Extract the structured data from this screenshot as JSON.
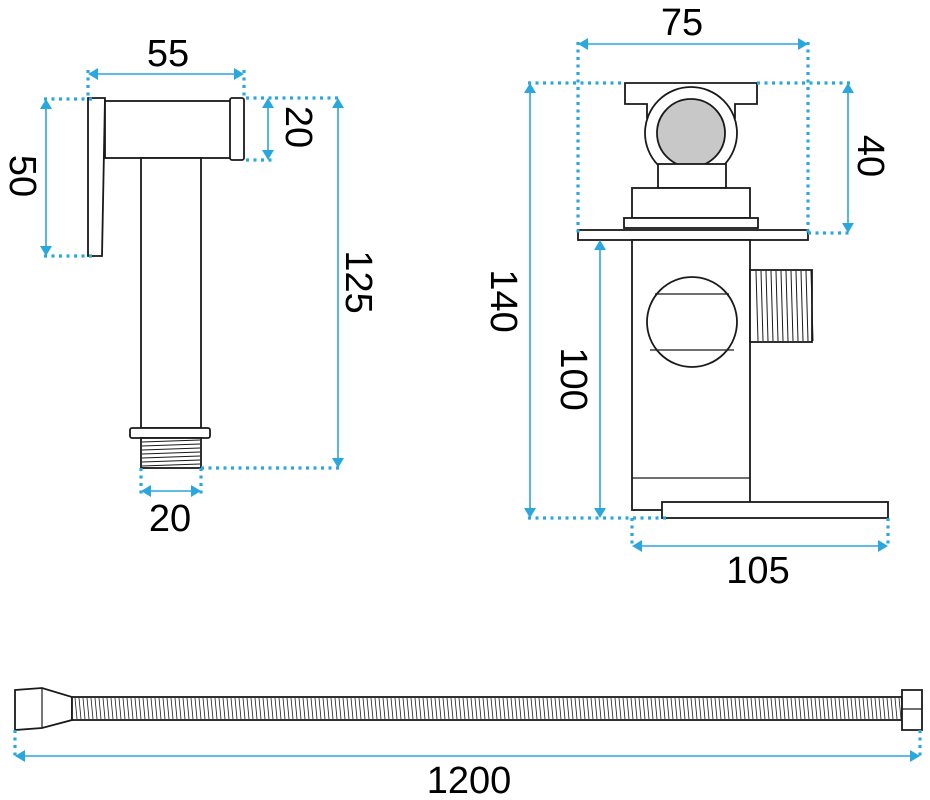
{
  "colors": {
    "dimension": "#2aa7dc",
    "outline": "#1a1a1a",
    "hub": "#c8c8c8"
  },
  "dimensions": {
    "handle_width": "55",
    "handle_height": "50",
    "head_height": "20",
    "spray_length": "125",
    "thread_width": "20",
    "valve_width": "75",
    "valve_head_height": "40",
    "valve_height": "140",
    "body_height": "100",
    "base_length": "105",
    "hose_length": "1200"
  }
}
